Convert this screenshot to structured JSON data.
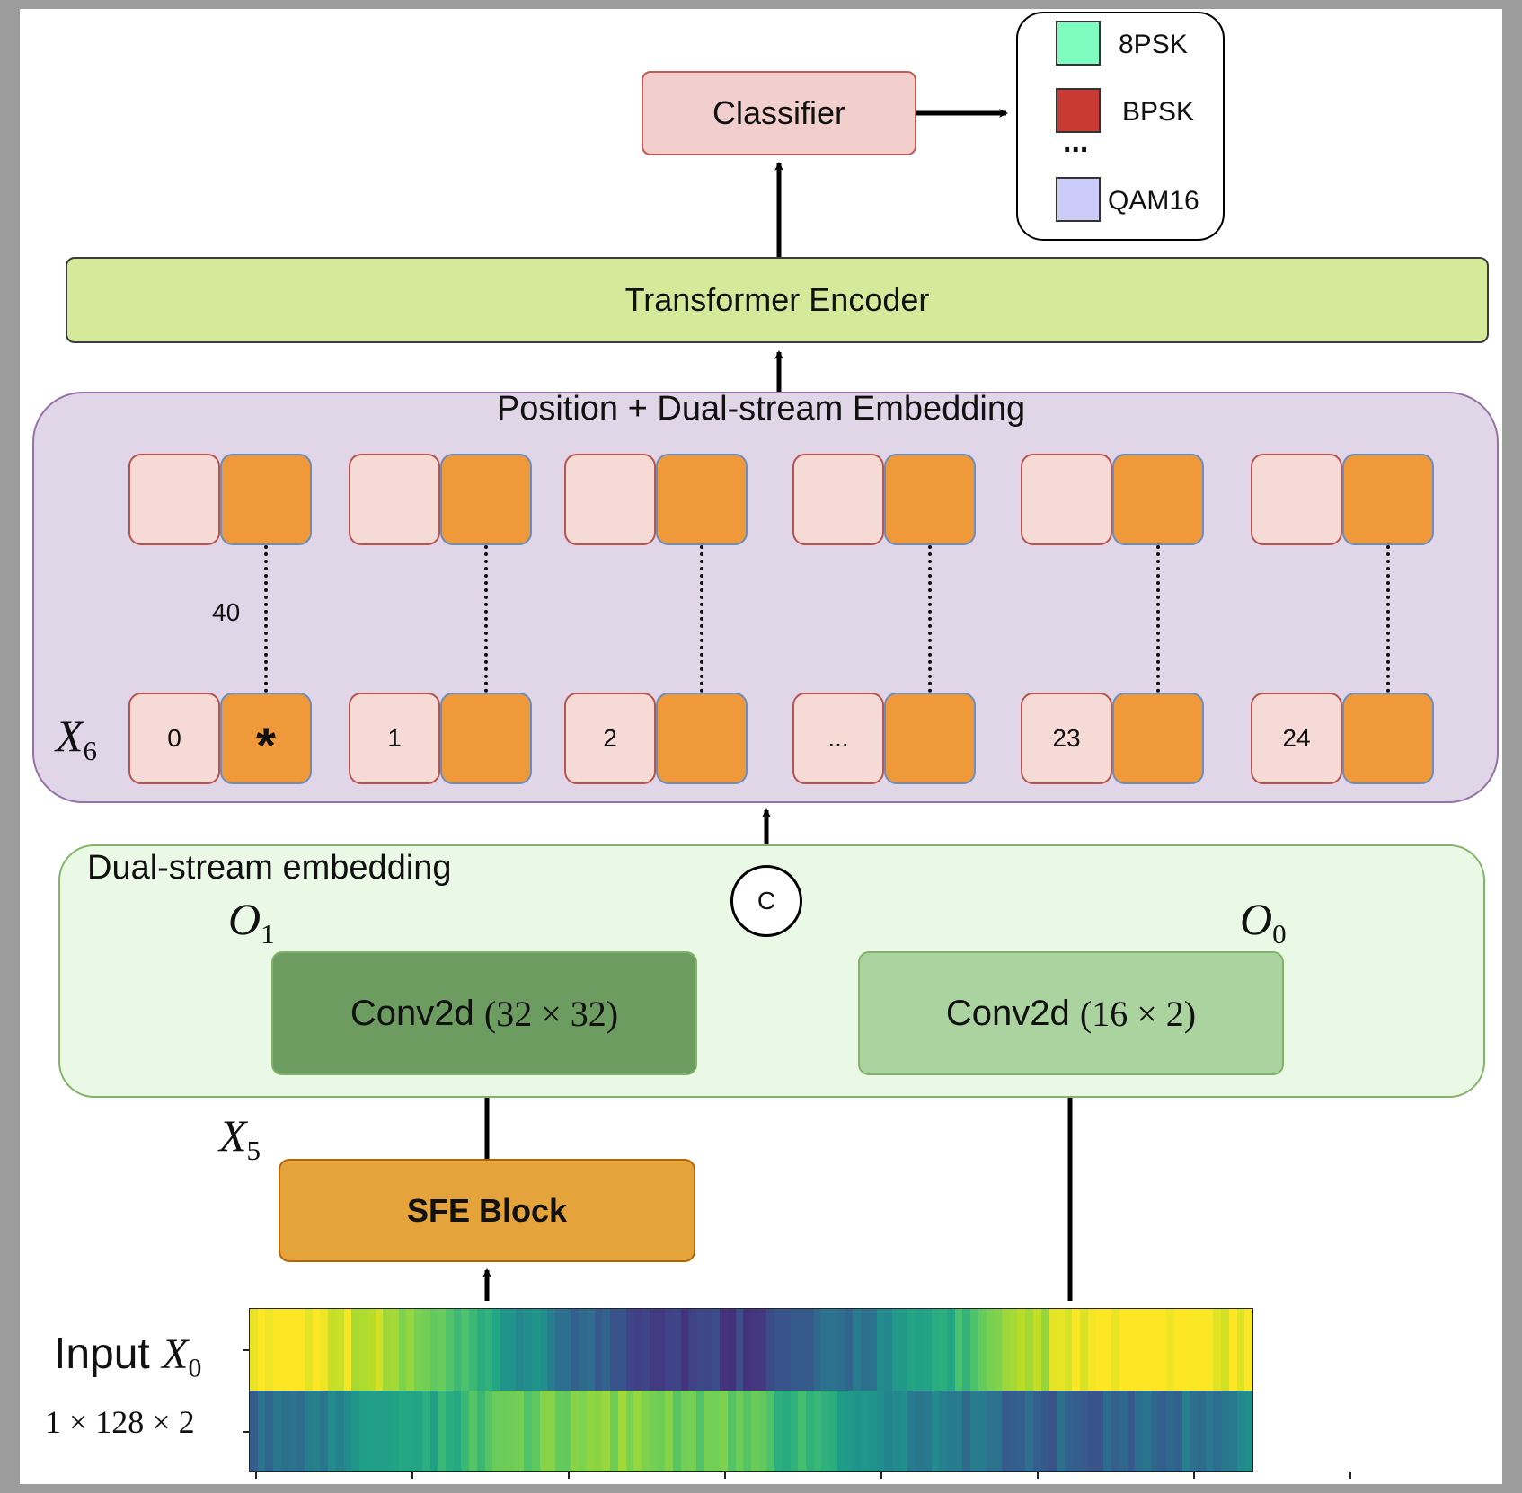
{
  "classifier": {
    "label": "Classifier"
  },
  "legend": {
    "items": [
      {
        "label": "8PSK",
        "color": "#7ffcc0"
      },
      {
        "label": "BPSK",
        "color": "#c83a34"
      },
      {
        "label": "QAM16",
        "color": "#ccccf9"
      }
    ],
    "ellipsis": "..."
  },
  "encoder": {
    "label": "Transformer Encoder"
  },
  "position_embedding": {
    "title": "Position + Dual-stream Embedding",
    "row_label_base": "X",
    "row_label_sub": "6",
    "distance_label": "40",
    "tokens": [
      "0",
      "1",
      "2",
      "...",
      "23",
      "24"
    ],
    "marked_token_symbol": "*"
  },
  "dual_stream": {
    "title": "Dual-stream embedding",
    "concat_label": "C",
    "branch1_base": "O",
    "branch1_sub": "1",
    "branch0_base": "O",
    "branch0_sub": "0",
    "conv1_text": "Conv2d",
    "conv1_math": "(32 × 32)",
    "conv0_text": "Conv2d",
    "conv0_math": "(16 × 2)"
  },
  "sfe": {
    "label": "SFE Block",
    "input_base": "X",
    "input_sub": "5"
  },
  "input": {
    "label_text": "Input",
    "label_base": "X",
    "label_sub": "0",
    "shape": "1 × 128 × 2"
  },
  "colors": {
    "classifier_fill": "#f2cfcd",
    "encoder_fill": "#d4e99a",
    "position_embedding_fill": "#e1d5e8",
    "token_pink": "#f5dad6",
    "token_orange": "#f0993a",
    "dual_stream_fill": "#eaf8e6",
    "conv1_fill": "#6d9c61",
    "conv0_fill": "#abd3a0",
    "sfe_fill": "#e5a43b"
  }
}
